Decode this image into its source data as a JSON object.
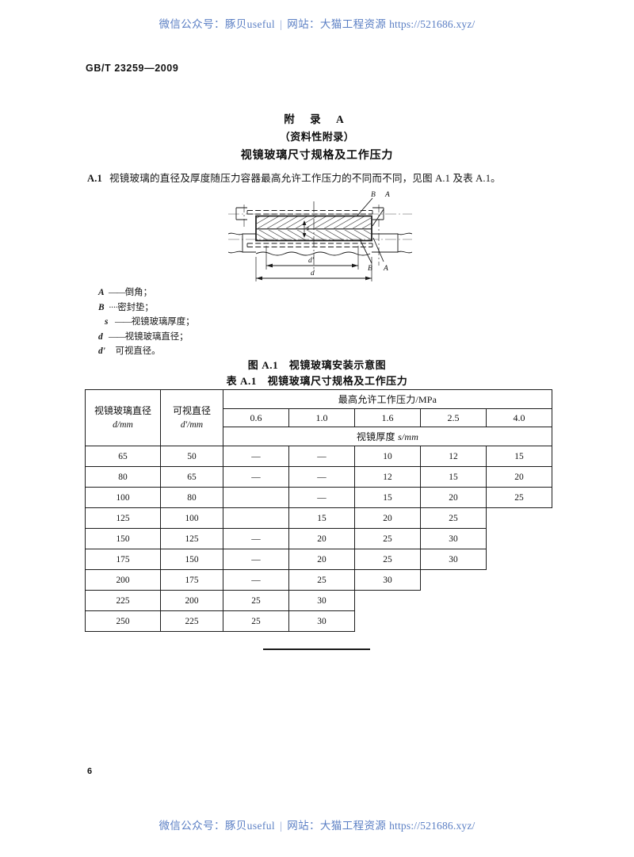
{
  "watermark": {
    "wechat_label": "微信公众号：",
    "wechat_value": "豚贝useful",
    "separator": "|",
    "site_label": "网站：",
    "site_value": "大猫工程资源",
    "url": "https://521686.xyz/",
    "color": "#5b7fc4"
  },
  "header": {
    "standard_number": "GB/T 23259—2009"
  },
  "annex": {
    "label": "附 录 A",
    "kind": "（资料性附录）",
    "title": "视镜玻璃尺寸规格及工作压力"
  },
  "clause": {
    "number": "A.1",
    "text": "视镜玻璃的直径及厚度随压力容器最高允许工作压力的不同而不同，见图 A.1 及表 A.1。"
  },
  "figure": {
    "caption": "图 A.1　视镜玻璃安装示意图",
    "labels": {
      "B_top": "B",
      "A_top": "A",
      "B_bottom": "B",
      "A_bottom": "A",
      "s": "s",
      "d_inner": "d'",
      "d_outer": "d"
    },
    "legend": [
      {
        "symbol": "A",
        "lead": "——",
        "text": "倒角；"
      },
      {
        "symbol": "B",
        "lead": "····",
        "text": "密封垫；"
      },
      {
        "symbol": "s",
        "lead": "——",
        "text": "视镜玻璃厚度；"
      },
      {
        "symbol": "d",
        "lead": "——",
        "text": "视镜玻璃直径；"
      },
      {
        "symbol": "d'",
        "lead": "",
        "text": "可视直径。"
      }
    ]
  },
  "table": {
    "caption": "表 A.1　视镜玻璃尺寸规格及工作压力",
    "headers": {
      "diameter_title": "视镜玻璃直径",
      "diameter_unit": "d/mm",
      "view_diameter_title": "可视直径",
      "view_diameter_unit": "d'/mm",
      "pressure_group": "最高允许工作压力/MPa",
      "pressure_columns": [
        "0.6",
        "1.0",
        "1.6",
        "2.5",
        "4.0"
      ],
      "thickness_label": "视镜厚度 ",
      "thickness_unit": "s/mm"
    },
    "rows": [
      {
        "d": "65",
        "dp": "50",
        "values": [
          "—",
          "—",
          "10",
          "12",
          "15"
        ],
        "span": 5
      },
      {
        "d": "80",
        "dp": "65",
        "values": [
          "—",
          "—",
          "12",
          "15",
          "20"
        ],
        "span": 5
      },
      {
        "d": "100",
        "dp": "80",
        "values": [
          "",
          "—",
          "15",
          "20",
          "25"
        ],
        "span": 5
      },
      {
        "d": "125",
        "dp": "100",
        "values": [
          "",
          "15",
          "20",
          "25"
        ],
        "span": 4
      },
      {
        "d": "150",
        "dp": "125",
        "values": [
          "—",
          "20",
          "25",
          "30"
        ],
        "span": 4
      },
      {
        "d": "175",
        "dp": "150",
        "values": [
          "—",
          "20",
          "25",
          "30"
        ],
        "span": 4
      },
      {
        "d": "200",
        "dp": "175",
        "values": [
          "—",
          "25",
          "30"
        ],
        "span": 3
      },
      {
        "d": "225",
        "dp": "200",
        "values": [
          "25",
          "30"
        ],
        "span": 2
      },
      {
        "d": "250",
        "dp": "225",
        "values": [
          "25",
          "30"
        ],
        "span": 2
      }
    ]
  },
  "footer": {
    "page_number": "6"
  }
}
